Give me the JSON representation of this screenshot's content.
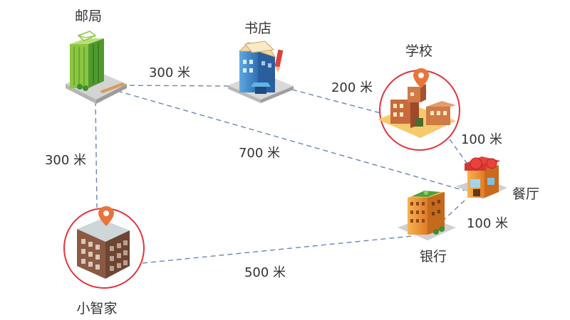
{
  "places": {
    "post_office": "邮局",
    "bookstore": "书店",
    "school": "学校",
    "restaurant": "餐厅",
    "bank": "银行",
    "home": "小智家"
  },
  "distances": {
    "post_bookstore": "300 米",
    "bookstore_school": "200 米",
    "post_restaurant": "700 米",
    "school_restaurant": "100 米",
    "post_home": "300 米",
    "restaurant_bank": "100 米",
    "home_bank": "500 米"
  },
  "colors": {
    "route": "#6b86b0",
    "highlight_ring": "#e0353a",
    "pin": "#e8743b"
  },
  "icons": {
    "post_office": "post-office-building-icon",
    "bookstore": "bookstore-building-icon",
    "school": "school-building-icon",
    "restaurant": "restaurant-building-icon",
    "bank": "bank-building-icon",
    "home": "home-building-icon",
    "pin": "location-pin-icon"
  }
}
